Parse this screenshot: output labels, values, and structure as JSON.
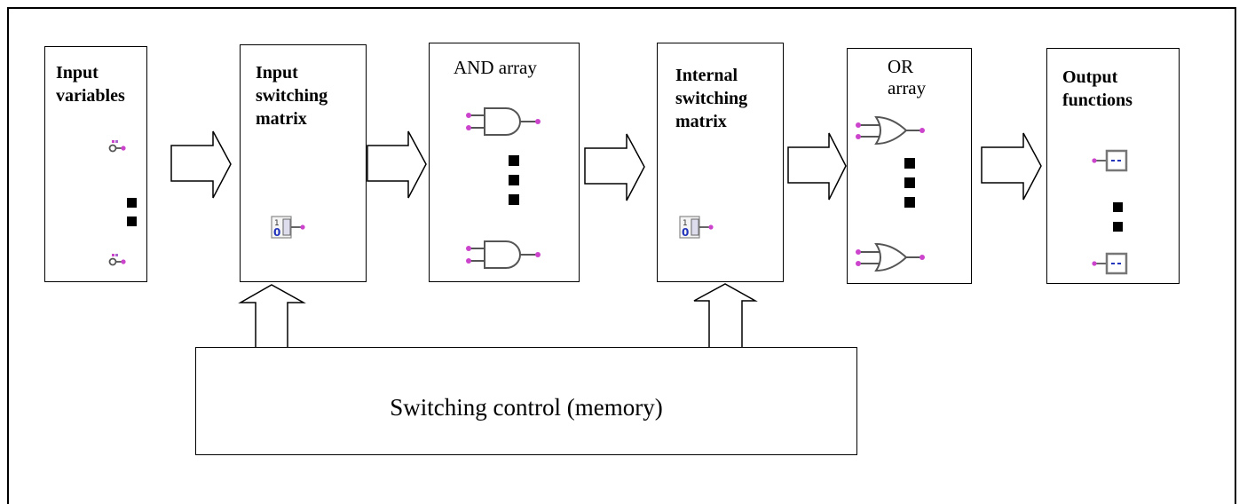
{
  "blocks": {
    "input_variables": {
      "line1": "Input",
      "line2": "variables"
    },
    "input_switching": {
      "line1": "Input",
      "line2": "switching",
      "line3": "matrix"
    },
    "and_array": {
      "label": "AND array"
    },
    "internal_switching": {
      "line1": "Internal",
      "line2": "switching",
      "line3": "matrix"
    },
    "or_array": {
      "line1": "OR",
      "line2": "array"
    },
    "output_functions": {
      "line1": "Output",
      "line2": "functions"
    },
    "switching_control": {
      "label": "Switching control (memory)"
    }
  },
  "symbols": {
    "switch_digit_top": "1",
    "switch_digit_bottom": "0",
    "pin_color": "#cc44cc",
    "output_bar_color": "#2233bb"
  }
}
